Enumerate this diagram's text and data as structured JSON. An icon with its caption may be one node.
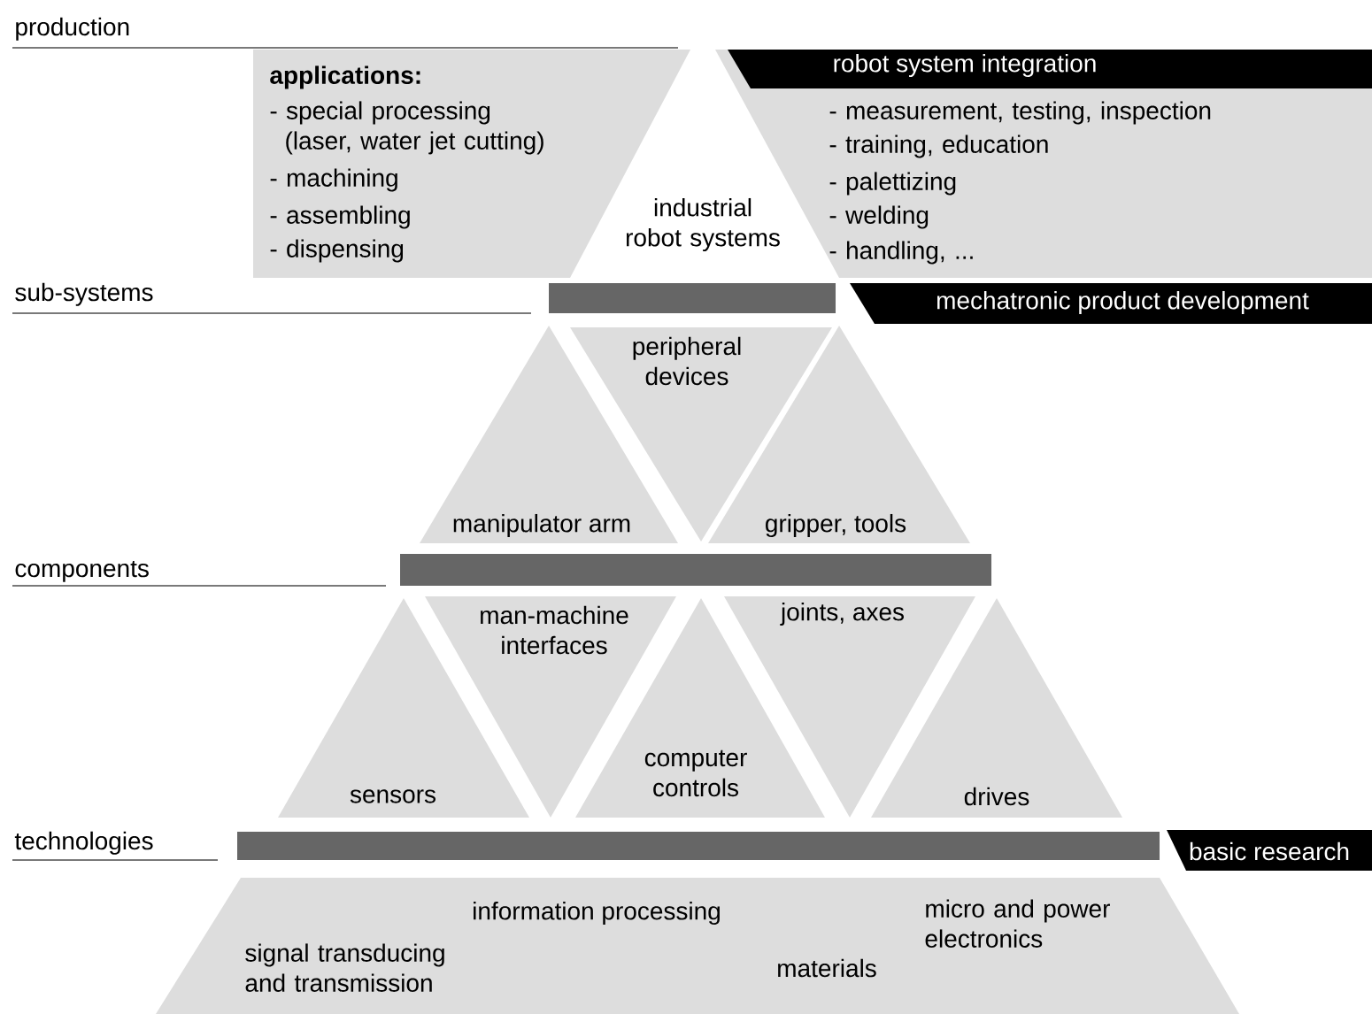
{
  "diagram": {
    "nodes": [
      {
        "text": [
          "applications:",
          "- special processing (laser, water jet cutting)",
          "- machining",
          "- assembling",
          "- dispensing"
        ]
      },
      {
        "text": [
          "- measurement, testing, inspection",
          "- training, education",
          "- palettizing",
          "- welding",
          "- handling, ..."
        ]
      },
      {
        "text": [
          "industrial robot systems"
        ]
      },
      {
        "text": [
          "robot system integration"
        ],
        "in": 1
      },
      {
        "text": [],
        "shape": "bar"
      },
      {
        "text": [
          "mechatronic product development"
        ]
      },
      {
        "text": [
          "manipulator arm"
        ]
      },
      {
        "text": [
          "peripheral devices"
        ]
      },
      {
        "text": [
          "gripper, tools"
        ]
      },
      {
        "text": [],
        "shape": "bar"
      },
      {
        "text": [
          "sensors"
        ]
      },
      {
        "text": [
          "man-machine interfaces"
        ]
      },
      {
        "text": [
          "computer controls"
        ]
      },
      {
        "text": [
          "joints, axes"
        ]
      },
      {
        "text": [
          "drives"
        ]
      },
      {
        "text": [],
        "shape": "bar"
      },
      {
        "text": [
          "basic research"
        ]
      },
      {
        "text": [
          "information processing",
          "signal transducing and transmission",
          "materials",
          "micro and power electronics"
        ]
      }
    ],
    "labels": [
      "production",
      "sub-systems",
      "components",
      "technologies"
    ]
  }
}
